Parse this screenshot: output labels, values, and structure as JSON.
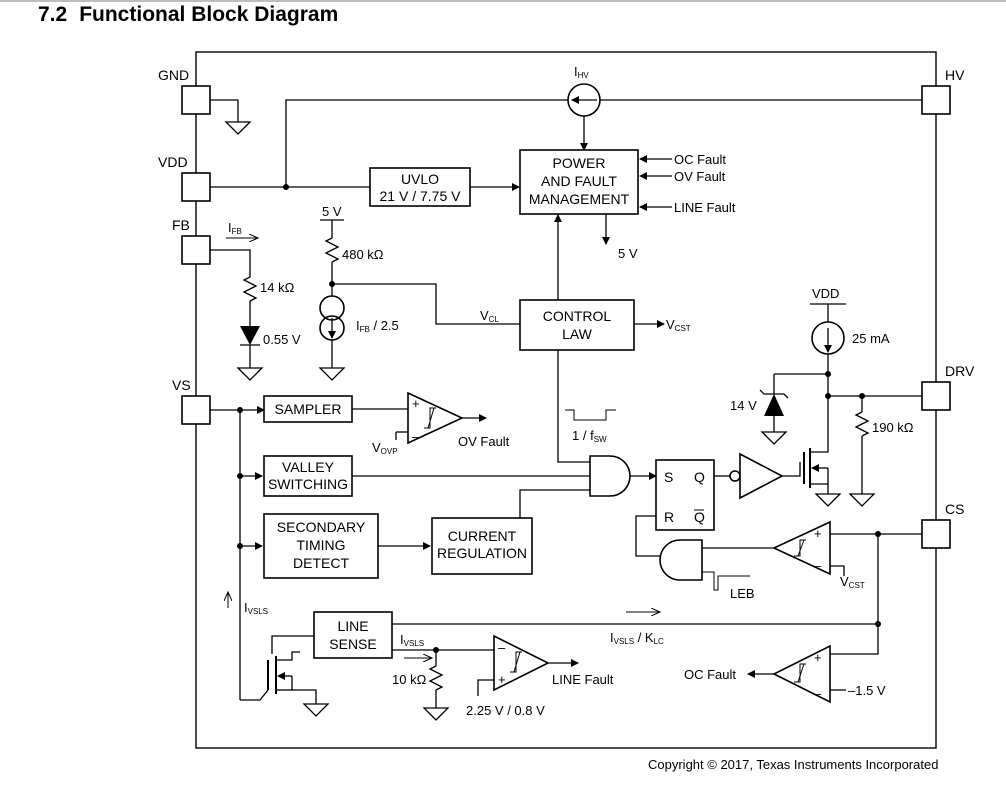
{
  "header": {
    "section_number": "7.2",
    "section_title": "Functional Block Diagram"
  },
  "pins": {
    "gnd": "GND",
    "vdd": "VDD",
    "fb": "FB",
    "vs": "VS",
    "hv": "HV",
    "drv": "DRV",
    "cs": "CS"
  },
  "blocks": {
    "uvlo_line1": "UVLO",
    "uvlo_line2": "21 V / 7.75 V",
    "power_line1": "POWER",
    "power_line2": "AND FAULT",
    "power_line3": "MANAGEMENT",
    "control_line1": "CONTROL",
    "control_line2": "LAW",
    "sampler": "SAMPLER",
    "valley_line1": "VALLEY",
    "valley_line2": "SWITCHING",
    "secondary_line1": "SECONDARY",
    "secondary_line2": "TIMING",
    "secondary_line3": "DETECT",
    "current_line1": "CURRENT",
    "current_line2": "REGULATION",
    "line_sense_line1": "LINE",
    "line_sense_line2": "SENSE"
  },
  "labels": {
    "ihv_main": "I",
    "ihv_sub": "HV",
    "oc_fault_in": "OC Fault",
    "ov_fault_in": "OV Fault",
    "line_fault_in": "LINE Fault",
    "five_v_pm": "5 V",
    "five_v_ref": "5 V",
    "r480": "480 kΩ",
    "ifb_main": "I",
    "ifb_sub": "FB",
    "r14": "14 kΩ",
    "v055": "0.55 V",
    "ifb_div_main": "I",
    "ifb_div_sub": "FB",
    "ifb_div_tail": " / 2.5",
    "vcl_main": "V",
    "vcl_sub": "CL",
    "vcst_main": "V",
    "vcst_sub": "CST",
    "vdd_label": "VDD",
    "i25": "25 mA",
    "z14": "14 V",
    "r190": "190 kΩ",
    "ovp_main": "V",
    "ovp_sub": "OVP",
    "ov_fault_out": "OV Fault",
    "fsw_main": "1 / f",
    "fsw_sub": "SW",
    "s": "S",
    "q": "Q",
    "r": "R",
    "qbar": "Q",
    "leb": "LEB",
    "vcst2_main": "V",
    "vcst2_sub": "CST",
    "ivsls_main": "I",
    "ivsls_sub": "VSLS",
    "ivsls2_main": "I",
    "ivsls2_sub": "VSLS",
    "ivsls_klc_main1": "I",
    "ivsls_klc_sub1": "VSLS",
    "ivsls_klc_mid": " / K",
    "ivsls_klc_sub2": "LC",
    "r10": "10 kΩ",
    "line_fault_out": "LINE Fault",
    "hyst_ref": "2.25 V / 0.8 V",
    "oc_fault_out": "OC Fault",
    "v15": "–1.5 V",
    "plus": "+",
    "minus": "–"
  },
  "footer": {
    "copyright": "Copyright © 2017, Texas Instruments Incorporated"
  }
}
